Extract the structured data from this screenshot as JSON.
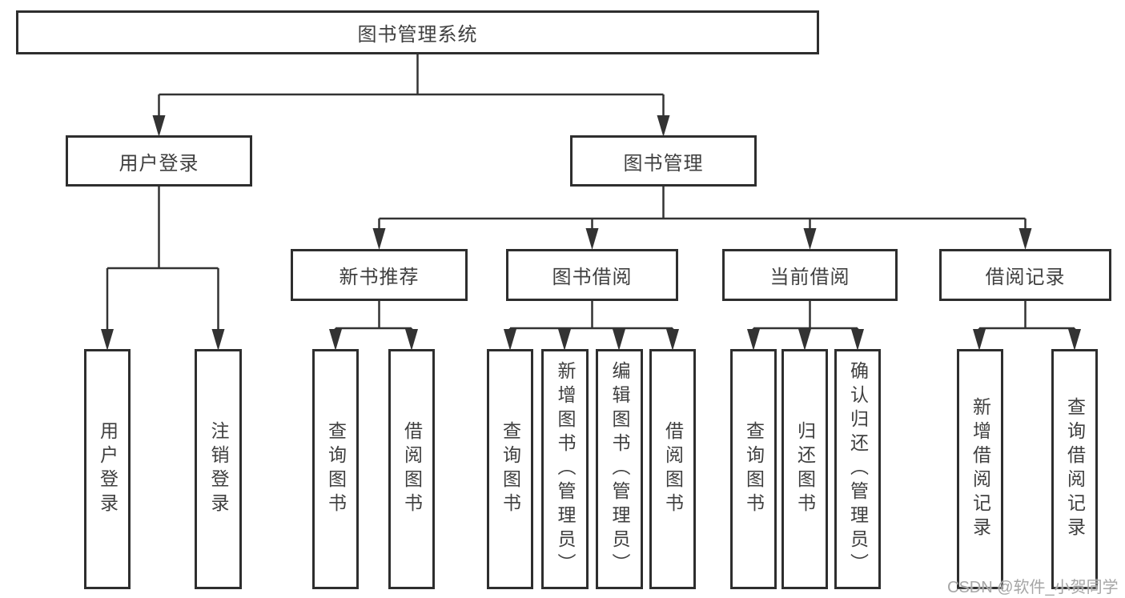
{
  "diagram": {
    "title": "图书管理系统",
    "type": "hierarchy-tree",
    "tree": {
      "root": {
        "label": "图书管理系统",
        "children": [
          {
            "label": "用户登录",
            "children": [
              {
                "label": "用户登录"
              },
              {
                "label": "注销登录"
              }
            ]
          },
          {
            "label": "图书管理",
            "children": [
              {
                "label": "新书推荐",
                "children": [
                  {
                    "label": "查询图书"
                  },
                  {
                    "label": "借阅图书"
                  }
                ]
              },
              {
                "label": "图书借阅",
                "children": [
                  {
                    "label": "查询图书"
                  },
                  {
                    "label": "新增图书（管理员）"
                  },
                  {
                    "label": "编辑图书（管理员）"
                  },
                  {
                    "label": "借阅图书"
                  }
                ]
              },
              {
                "label": "当前借阅",
                "children": [
                  {
                    "label": "查询图书"
                  },
                  {
                    "label": "归还图书"
                  },
                  {
                    "label": "确认归还（管理员）"
                  }
                ]
              },
              {
                "label": "借阅记录",
                "children": [
                  {
                    "label": "新增借阅记录"
                  },
                  {
                    "label": "查询借阅记录"
                  }
                ]
              }
            ]
          }
        ]
      }
    },
    "colors": {
      "line": "#333333",
      "box_border": "#2e2e2e",
      "box_fill": "#ffffff",
      "text": "#3f3f3f",
      "background": "#ffffff",
      "watermark": "#a6a6a6"
    }
  },
  "watermark": {
    "text": "CSDN @软件_小贺同学"
  }
}
